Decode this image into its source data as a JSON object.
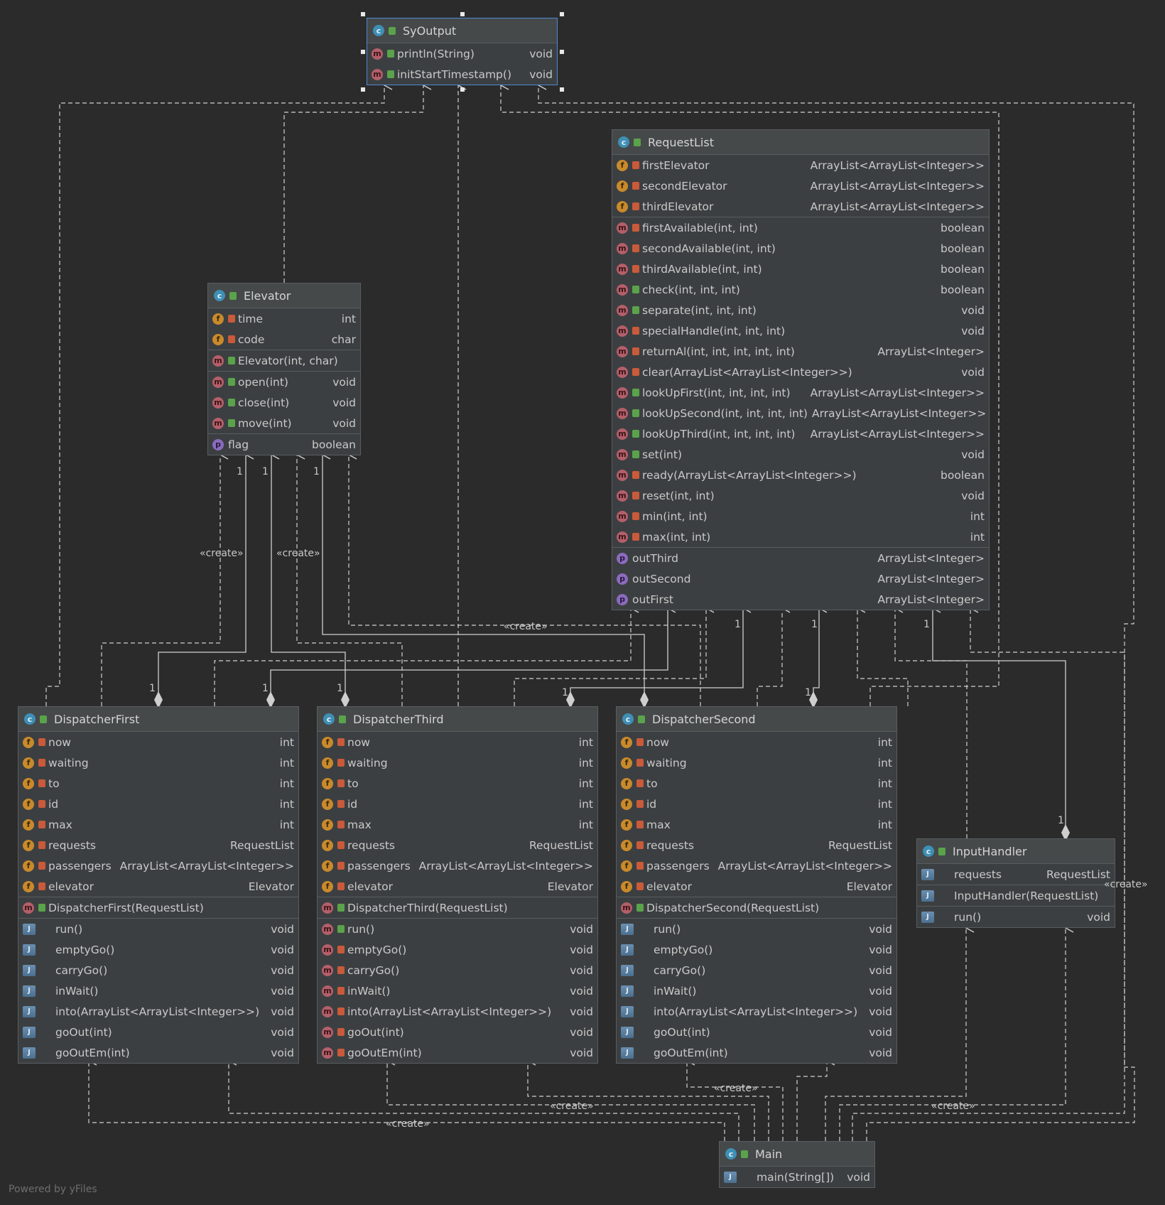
{
  "classes": {
    "syoutput": {
      "name": "SyOutput",
      "rows": [
        [
          "m",
          "g",
          "println(String)",
          "void"
        ],
        [
          "m",
          "g",
          "initStartTimestamp()",
          "void"
        ]
      ],
      "seps": []
    },
    "elevator": {
      "name": "Elevator",
      "rows": [
        [
          "f",
          "r",
          "time",
          "int"
        ],
        [
          "f",
          "r",
          "code",
          "char"
        ],
        [
          "m",
          "g",
          "Elevator(int, char)",
          ""
        ],
        [
          "m",
          "g",
          "open(int)",
          "void"
        ],
        [
          "m",
          "g",
          "close(int)",
          "void"
        ],
        [
          "m",
          "g",
          "move(int)",
          "void"
        ],
        [
          "p",
          "",
          "flag",
          "boolean"
        ]
      ],
      "seps": [
        2,
        3,
        6
      ]
    },
    "requestlist": {
      "name": "RequestList",
      "rows": [
        [
          "f",
          "r",
          "firstElevator",
          "ArrayList<ArrayList<Integer>>"
        ],
        [
          "f",
          "r",
          "secondElevator",
          "ArrayList<ArrayList<Integer>>"
        ],
        [
          "f",
          "r",
          "thirdElevator",
          "ArrayList<ArrayList<Integer>>"
        ],
        [
          "m",
          "r",
          "firstAvailable(int, int)",
          "boolean"
        ],
        [
          "m",
          "r",
          "secondAvailable(int, int)",
          "boolean"
        ],
        [
          "m",
          "r",
          "thirdAvailable(int, int)",
          "boolean"
        ],
        [
          "m",
          "g",
          "check(int, int, int)",
          "boolean"
        ],
        [
          "m",
          "g",
          "separate(int, int, int)",
          "void"
        ],
        [
          "m",
          "r",
          "specialHandle(int, int, int)",
          "void"
        ],
        [
          "m",
          "r",
          "returnAl(int, int, int, int, int)",
          "ArrayList<Integer>"
        ],
        [
          "m",
          "r",
          "clear(ArrayList<ArrayList<Integer>>)",
          "void"
        ],
        [
          "m",
          "g",
          "lookUpFirst(int, int, int, int)",
          "ArrayList<ArrayList<Integer>>"
        ],
        [
          "m",
          "g",
          "lookUpSecond(int, int, int, int)",
          "ArrayList<ArrayList<Integer>>"
        ],
        [
          "m",
          "g",
          "lookUpThird(int, int, int, int)",
          "ArrayList<ArrayList<Integer>>"
        ],
        [
          "m",
          "g",
          "set(int)",
          "void"
        ],
        [
          "m",
          "r",
          "ready(ArrayList<ArrayList<Integer>>)",
          "boolean"
        ],
        [
          "m",
          "r",
          "reset(int, int)",
          "void"
        ],
        [
          "m",
          "r",
          "min(int, int)",
          "int"
        ],
        [
          "m",
          "r",
          "max(int, int)",
          "int"
        ],
        [
          "p",
          "",
          "outThird",
          "ArrayList<Integer>"
        ],
        [
          "p",
          "",
          "outSecond",
          "ArrayList<Integer>"
        ],
        [
          "p",
          "",
          "outFirst",
          "ArrayList<Integer>"
        ]
      ],
      "seps": [
        3,
        19
      ]
    },
    "dispatcherfirst": {
      "name": "DispatcherFirst",
      "rows": [
        [
          "f",
          "r",
          "now",
          "int"
        ],
        [
          "f",
          "r",
          "waiting",
          "int"
        ],
        [
          "f",
          "r",
          "to",
          "int"
        ],
        [
          "f",
          "r",
          "id",
          "int"
        ],
        [
          "f",
          "r",
          "max",
          "int"
        ],
        [
          "f",
          "r",
          "requests",
          "RequestList"
        ],
        [
          "f",
          "r",
          "passengers",
          "ArrayList<ArrayList<Integer>>"
        ],
        [
          "f",
          "r",
          "elevator",
          "Elevator"
        ],
        [
          "m",
          "g",
          "DispatcherFirst(RequestList)",
          ""
        ],
        [
          "r",
          "",
          "run()",
          "void"
        ],
        [
          "r",
          "",
          "emptyGo()",
          "void"
        ],
        [
          "r",
          "",
          "carryGo()",
          "void"
        ],
        [
          "r",
          "",
          "inWait()",
          "void"
        ],
        [
          "r",
          "",
          "into(ArrayList<ArrayList<Integer>>)",
          "void"
        ],
        [
          "r",
          "",
          "goOut(int)",
          "void"
        ],
        [
          "r",
          "",
          "goOutEm(int)",
          "void"
        ]
      ],
      "seps": [
        8,
        9
      ]
    },
    "dispatcherthird": {
      "name": "DispatcherThird",
      "rows": [
        [
          "f",
          "r",
          "now",
          "int"
        ],
        [
          "f",
          "r",
          "waiting",
          "int"
        ],
        [
          "f",
          "r",
          "to",
          "int"
        ],
        [
          "f",
          "r",
          "id",
          "int"
        ],
        [
          "f",
          "r",
          "max",
          "int"
        ],
        [
          "f",
          "r",
          "requests",
          "RequestList"
        ],
        [
          "f",
          "r",
          "passengers",
          "ArrayList<ArrayList<Integer>>"
        ],
        [
          "f",
          "r",
          "elevator",
          "Elevator"
        ],
        [
          "m",
          "g",
          "DispatcherThird(RequestList)",
          ""
        ],
        [
          "m",
          "g",
          "run()",
          "void"
        ],
        [
          "m",
          "r",
          "emptyGo()",
          "void"
        ],
        [
          "m",
          "r",
          "carryGo()",
          "void"
        ],
        [
          "m",
          "r",
          "inWait()",
          "void"
        ],
        [
          "m",
          "r",
          "into(ArrayList<ArrayList<Integer>>)",
          "void"
        ],
        [
          "m",
          "r",
          "goOut(int)",
          "void"
        ],
        [
          "m",
          "r",
          "goOutEm(int)",
          "void"
        ]
      ],
      "seps": [
        8,
        9
      ]
    },
    "dispatchersecond": {
      "name": "DispatcherSecond",
      "rows": [
        [
          "f",
          "r",
          "now",
          "int"
        ],
        [
          "f",
          "r",
          "waiting",
          "int"
        ],
        [
          "f",
          "r",
          "to",
          "int"
        ],
        [
          "f",
          "r",
          "id",
          "int"
        ],
        [
          "f",
          "r",
          "max",
          "int"
        ],
        [
          "f",
          "r",
          "requests",
          "RequestList"
        ],
        [
          "f",
          "r",
          "passengers",
          "ArrayList<ArrayList<Integer>>"
        ],
        [
          "f",
          "r",
          "elevator",
          "Elevator"
        ],
        [
          "m",
          "g",
          "DispatcherSecond(RequestList)",
          ""
        ],
        [
          "r",
          "",
          "run()",
          "void"
        ],
        [
          "r",
          "",
          "emptyGo()",
          "void"
        ],
        [
          "r",
          "",
          "carryGo()",
          "void"
        ],
        [
          "r",
          "",
          "inWait()",
          "void"
        ],
        [
          "r",
          "",
          "into(ArrayList<ArrayList<Integer>>)",
          "void"
        ],
        [
          "r",
          "",
          "goOut(int)",
          "void"
        ],
        [
          "r",
          "",
          "goOutEm(int)",
          "void"
        ]
      ],
      "seps": [
        8,
        9
      ]
    },
    "inputhandler": {
      "name": "InputHandler",
      "rows": [
        [
          "r",
          "",
          "requests",
          "RequestList"
        ],
        [
          "r",
          "",
          "InputHandler(RequestList)",
          ""
        ],
        [
          "r",
          "",
          "run()",
          "void"
        ]
      ],
      "seps": [
        1,
        2
      ]
    },
    "main": {
      "name": "Main",
      "rows": [
        [
          "r",
          "",
          "main(String[])",
          "void"
        ]
      ],
      "seps": []
    }
  },
  "labels": {
    "create": "«create»",
    "one": "1",
    "footer": "Powered by yFiles"
  }
}
